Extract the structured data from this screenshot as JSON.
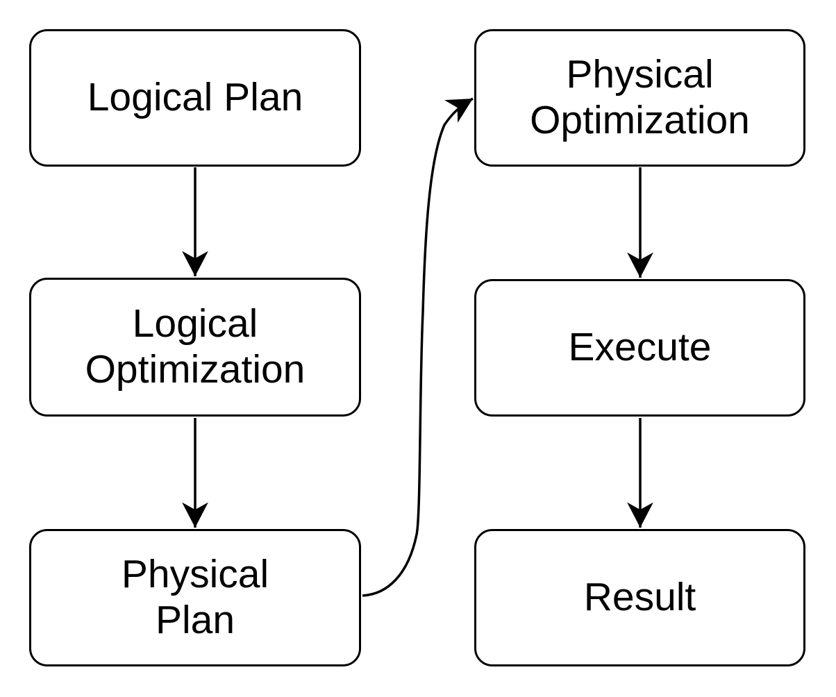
{
  "diagram": {
    "type": "flowchart",
    "colors": {
      "bg": "#ffffff",
      "fill": "#ffffff",
      "stroke": "#000000",
      "text": "#000000"
    },
    "nodes": {
      "logical_plan": {
        "label": "Logical Plan",
        "lines": [
          "Logical Plan"
        ]
      },
      "logical_optimization": {
        "label": "Logical Optimization",
        "lines": [
          "Logical",
          "Optimization"
        ]
      },
      "physical_plan": {
        "label": "Physical Plan",
        "lines": [
          "Physical",
          "Plan"
        ]
      },
      "physical_optimization": {
        "label": "Physical Optimization",
        "lines": [
          "Physical",
          "Optimization"
        ]
      },
      "execute": {
        "label": "Execute",
        "lines": [
          "Execute"
        ]
      },
      "result": {
        "label": "Result",
        "lines": [
          "Result"
        ]
      }
    },
    "edges": [
      {
        "from": "Logical Plan",
        "to": "Logical Optimization",
        "style": "straight",
        "direction": "down"
      },
      {
        "from": "Logical Optimization",
        "to": "Physical Plan",
        "style": "straight",
        "direction": "down"
      },
      {
        "from": "Physical Plan",
        "to": "Physical Optimization",
        "style": "curved",
        "direction": "up-right"
      },
      {
        "from": "Physical Optimization",
        "to": "Execute",
        "style": "straight",
        "direction": "down"
      },
      {
        "from": "Execute",
        "to": "Result",
        "style": "straight",
        "direction": "down"
      }
    ]
  }
}
